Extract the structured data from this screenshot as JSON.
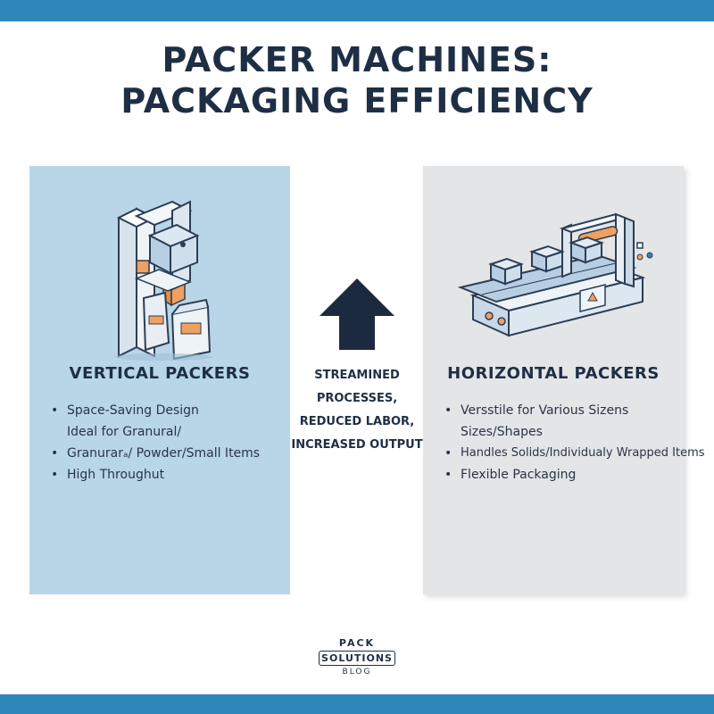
{
  "title": {
    "line1": "PACKER MACHINES:",
    "line2": "PACKAGING EFFICIENCY"
  },
  "left_panel": {
    "heading": "VERTICAL PACKERS",
    "bullets": [
      {
        "line1": "Space-Saving Design",
        "line2": "Ideal for Granural/"
      },
      {
        "line1": "Granurarₐ/   Powder/Small Items"
      },
      {
        "line1": "High Throughut"
      }
    ]
  },
  "right_panel": {
    "heading": "HORIZONTAL PACKERS",
    "bullets": [
      {
        "line1": "Versstile for Various Sizens",
        "line2": "Sizes/Shapes"
      },
      {
        "line1": "Handles Solids/Individualy Wrapped Items"
      },
      {
        "line1": "Flexible Packaging"
      }
    ]
  },
  "center": {
    "lines": [
      "STREAMINED",
      "PROCESSES,",
      "REDUCED LABOR,",
      "INCREASED OUTPUT"
    ],
    "icon": "up-arrow-icon"
  },
  "logo": {
    "line1": "PACK",
    "line2": "SOLUTIONS",
    "line3": "BLOG"
  },
  "colors": {
    "band": "#2f86b9",
    "left_panel": "#b8d6e8",
    "right_panel": "#e4e5e7",
    "heading": "#1e2f45",
    "accent_orange": "#f0a060"
  },
  "bullet_glyph": "•"
}
